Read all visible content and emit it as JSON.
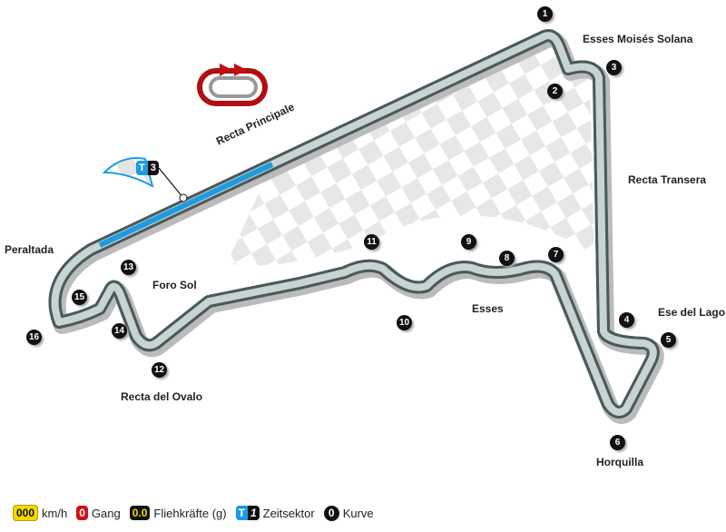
{
  "colors": {
    "track_edge": "#506060",
    "track": "#ffffff",
    "sector": "#1e9be0",
    "direction": "#c01010"
  },
  "icons": {
    "direction": "direction-arrows-icon",
    "start": "checkered-flag-icon"
  },
  "sector_marker": {
    "letter": "T",
    "number": "3"
  },
  "labels": {
    "esses_solana": "Esses Moisés Solana",
    "recta_transera": "Recta Transera",
    "recta_principale": "Recta Principale",
    "peraltada": "Peraltada",
    "foro_sol": "Foro Sol",
    "esses": "Esses",
    "ese_lago": "Ese del Lago",
    "recta_ovalo": "Recta del Ovalo",
    "horquilla": "Horquilla"
  },
  "turns": [
    "1",
    "2",
    "3",
    "4",
    "5",
    "6",
    "7",
    "8",
    "9",
    "10",
    "11",
    "12",
    "13",
    "14",
    "15",
    "16"
  ],
  "legend": {
    "speed_value": "000",
    "speed_label": "km/h",
    "gear_value": "0",
    "gear_label": "Gang",
    "g_value": "0.0",
    "g_label": "Fliehkräfte (g)",
    "sector_letter": "T",
    "sector_number": "1",
    "sector_label": "Zeitsektor",
    "turn_value": "0",
    "turn_label": "Kurve"
  }
}
